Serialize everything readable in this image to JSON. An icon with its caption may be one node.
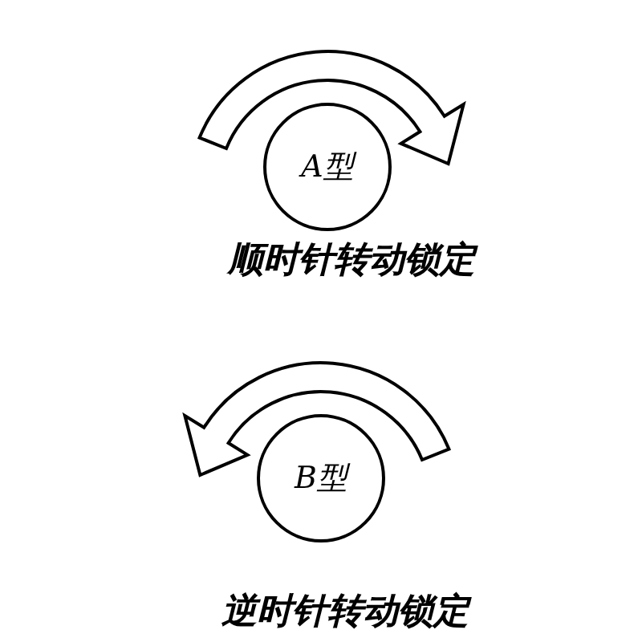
{
  "diagram": {
    "nodes": [
      {
        "text": [
          "A型"
        ],
        "beside": [
          "顺时针转动锁定"
        ]
      },
      {
        "text": [
          "B型"
        ],
        "beside": [
          "逆时针转动锁定"
        ]
      }
    ]
  }
}
